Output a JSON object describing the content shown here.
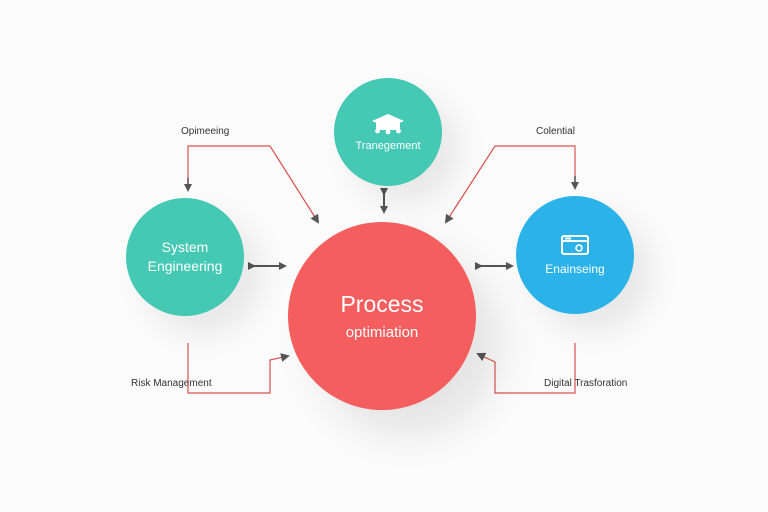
{
  "colors": {
    "teal": "#45c9b4",
    "blue": "#2bb2e8",
    "red": "#f55e5e",
    "connector": "#d9534f",
    "arrow": "#555555"
  },
  "nodes": {
    "top": {
      "label": "Tranegement",
      "icon": "graduation-cap-icon"
    },
    "left": {
      "label_line1": "System",
      "label_line2": "Engineering"
    },
    "right": {
      "label": "Enainseing",
      "icon": "browser-window-icon"
    },
    "center": {
      "title": "Process",
      "subtitle": "optimiation"
    }
  },
  "labels": {
    "top_left": "Opimeeing",
    "top_right": "Colential",
    "bottom_left": "Risk Management",
    "bottom_right": "Digital Trasforation"
  }
}
